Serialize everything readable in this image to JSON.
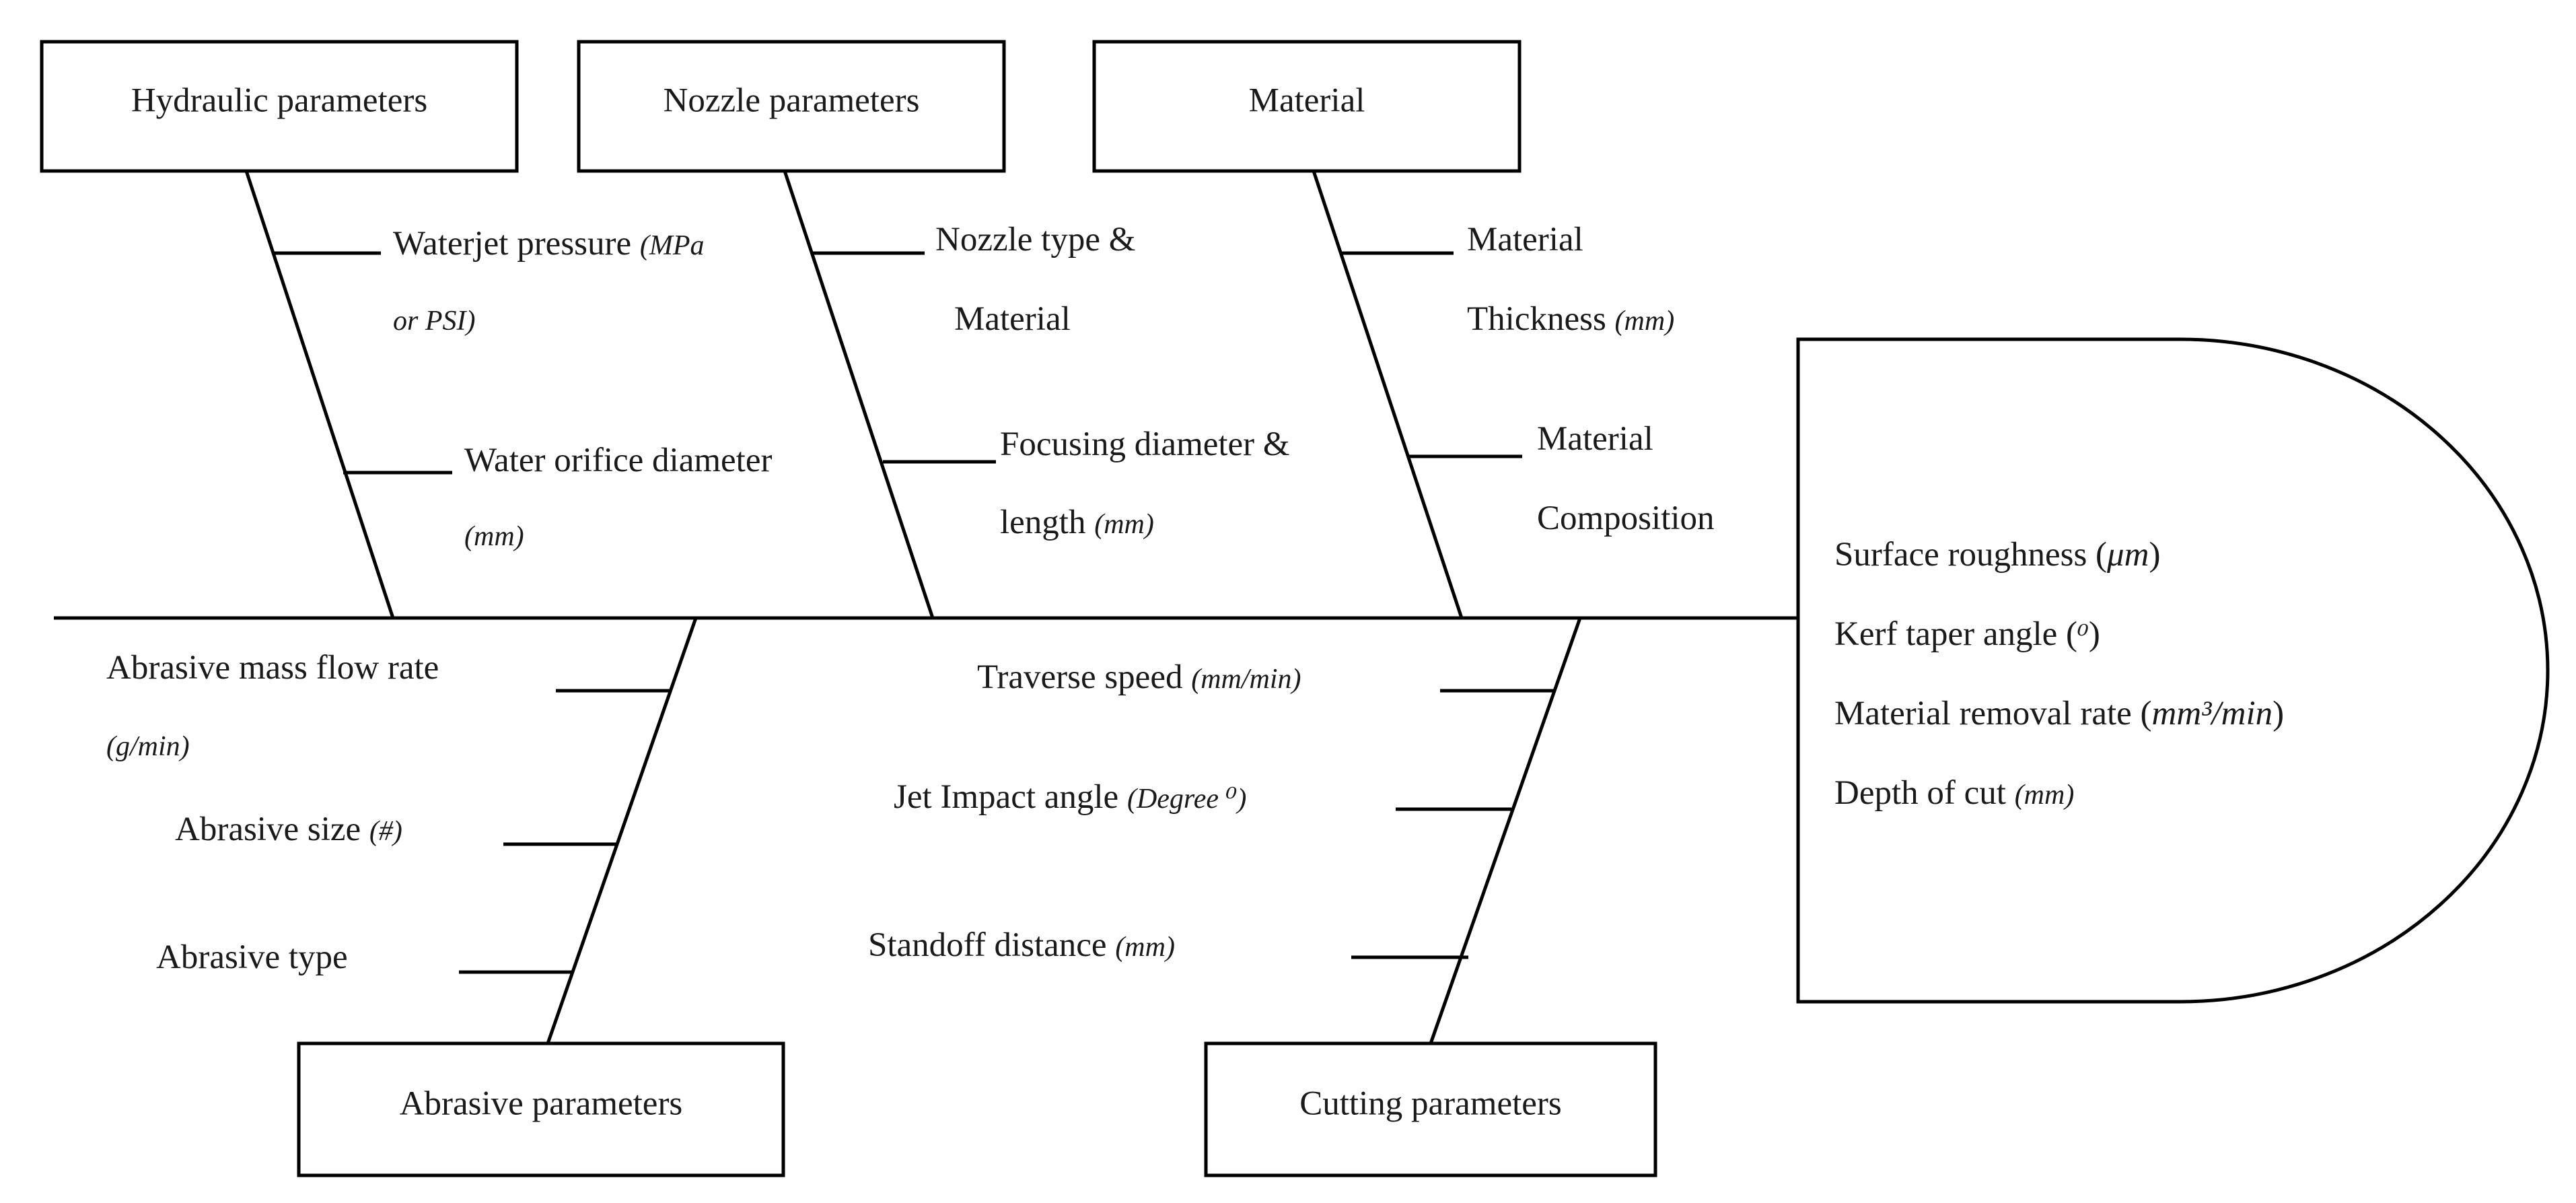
{
  "categories": {
    "hydraulic": "Hydraulic parameters",
    "nozzle": "Nozzle parameters",
    "material": "Material",
    "abrasive": "Abrasive parameters",
    "cutting": "Cutting parameters"
  },
  "causes": {
    "waterjet_pressure": {
      "text": "Waterjet pressure ",
      "unit_a": "(MPa",
      "unit_b": "or PSI)"
    },
    "water_orifice": {
      "text": "Water orifice diameter",
      "unit": "(mm)"
    },
    "nozzle_type": {
      "line1": "Nozzle type &",
      "line2": "Material"
    },
    "focusing": {
      "line1": "Focusing diameter &",
      "line2": "length ",
      "unit": "(mm)"
    },
    "material_thickness": {
      "line1": "Material",
      "line2": "Thickness ",
      "unit": "(mm)"
    },
    "material_composition": {
      "line1": "Material",
      "line2": "Composition"
    },
    "abrasive_flow": {
      "text": "Abrasive mass flow rate",
      "unit": "(g/min)"
    },
    "abrasive_size": {
      "text": "Abrasive size ",
      "unit": "(#)"
    },
    "abrasive_type": {
      "text": "Abrasive type"
    },
    "traverse_speed": {
      "text": "Traverse speed ",
      "unit": "(mm/min)"
    },
    "jet_impact": {
      "text": "Jet Impact angle ",
      "unit": "(Degree ⁰)"
    },
    "standoff": {
      "text": "Standoff distance ",
      "unit": "(mm)"
    }
  },
  "outputs": {
    "surface_roughness": {
      "text": "Surface roughness (",
      "unit": "μm",
      "close": ")"
    },
    "kerf_taper": {
      "text": "Kerf taper angle (",
      "unit": "⁰",
      "close": ")"
    },
    "mrr": {
      "text": "Material removal rate (",
      "unit": "mm³/min",
      "close": ")"
    },
    "depth_of_cut": {
      "text": "Depth of cut ",
      "unit": "(mm)"
    }
  }
}
